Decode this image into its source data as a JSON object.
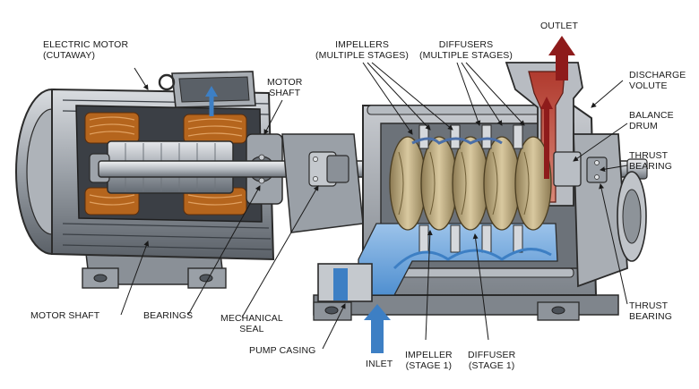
{
  "colors": {
    "inlet_water": "#6fa8dc",
    "outlet_water": "#c0392b",
    "metal_dark": "#5a5f66",
    "metal_light": "#c9ccd1",
    "copper": "#b5651d",
    "impeller_bronze": "#b8a47a",
    "flow_arrow_blue": "#3d7fc4",
    "flow_arrow_red": "#8e1b1b"
  },
  "labels": {
    "electric_motor": [
      "ELECTRIC MOTOR",
      "(CUTAWAY)"
    ],
    "motor_shaft_top": [
      "MOTOR",
      "SHAFT"
    ],
    "impellers": [
      "IMPELLERS",
      "(MULTIPLE STAGES)"
    ],
    "diffusers": [
      "DIFFUSERS",
      "(MULTIPLE STAGES)"
    ],
    "outlet": [
      "OUTLET"
    ],
    "discharge_volute": [
      "DISCHARGE",
      "VOLUTE"
    ],
    "balance_drum": [
      "BALANCE",
      "DRUM"
    ],
    "thrust_bearing_top": [
      "THRUST",
      "BEARING"
    ],
    "thrust_bearing_bottom": [
      "THRUST",
      "BEARING"
    ],
    "motor_shaft_bottom": [
      "MOTOR SHAFT"
    ],
    "bearings": [
      "BEARINGS"
    ],
    "mechanical_seal": [
      "MECHANICAL",
      "SEAL"
    ],
    "pump_casing": [
      "PUMP CASING"
    ],
    "inlet": [
      "INLET"
    ],
    "impeller_stage1": [
      "IMPELLER",
      "(STAGE 1)"
    ],
    "diffuser_stage1": [
      "DIFFUSER",
      "(STAGE 1)"
    ]
  }
}
